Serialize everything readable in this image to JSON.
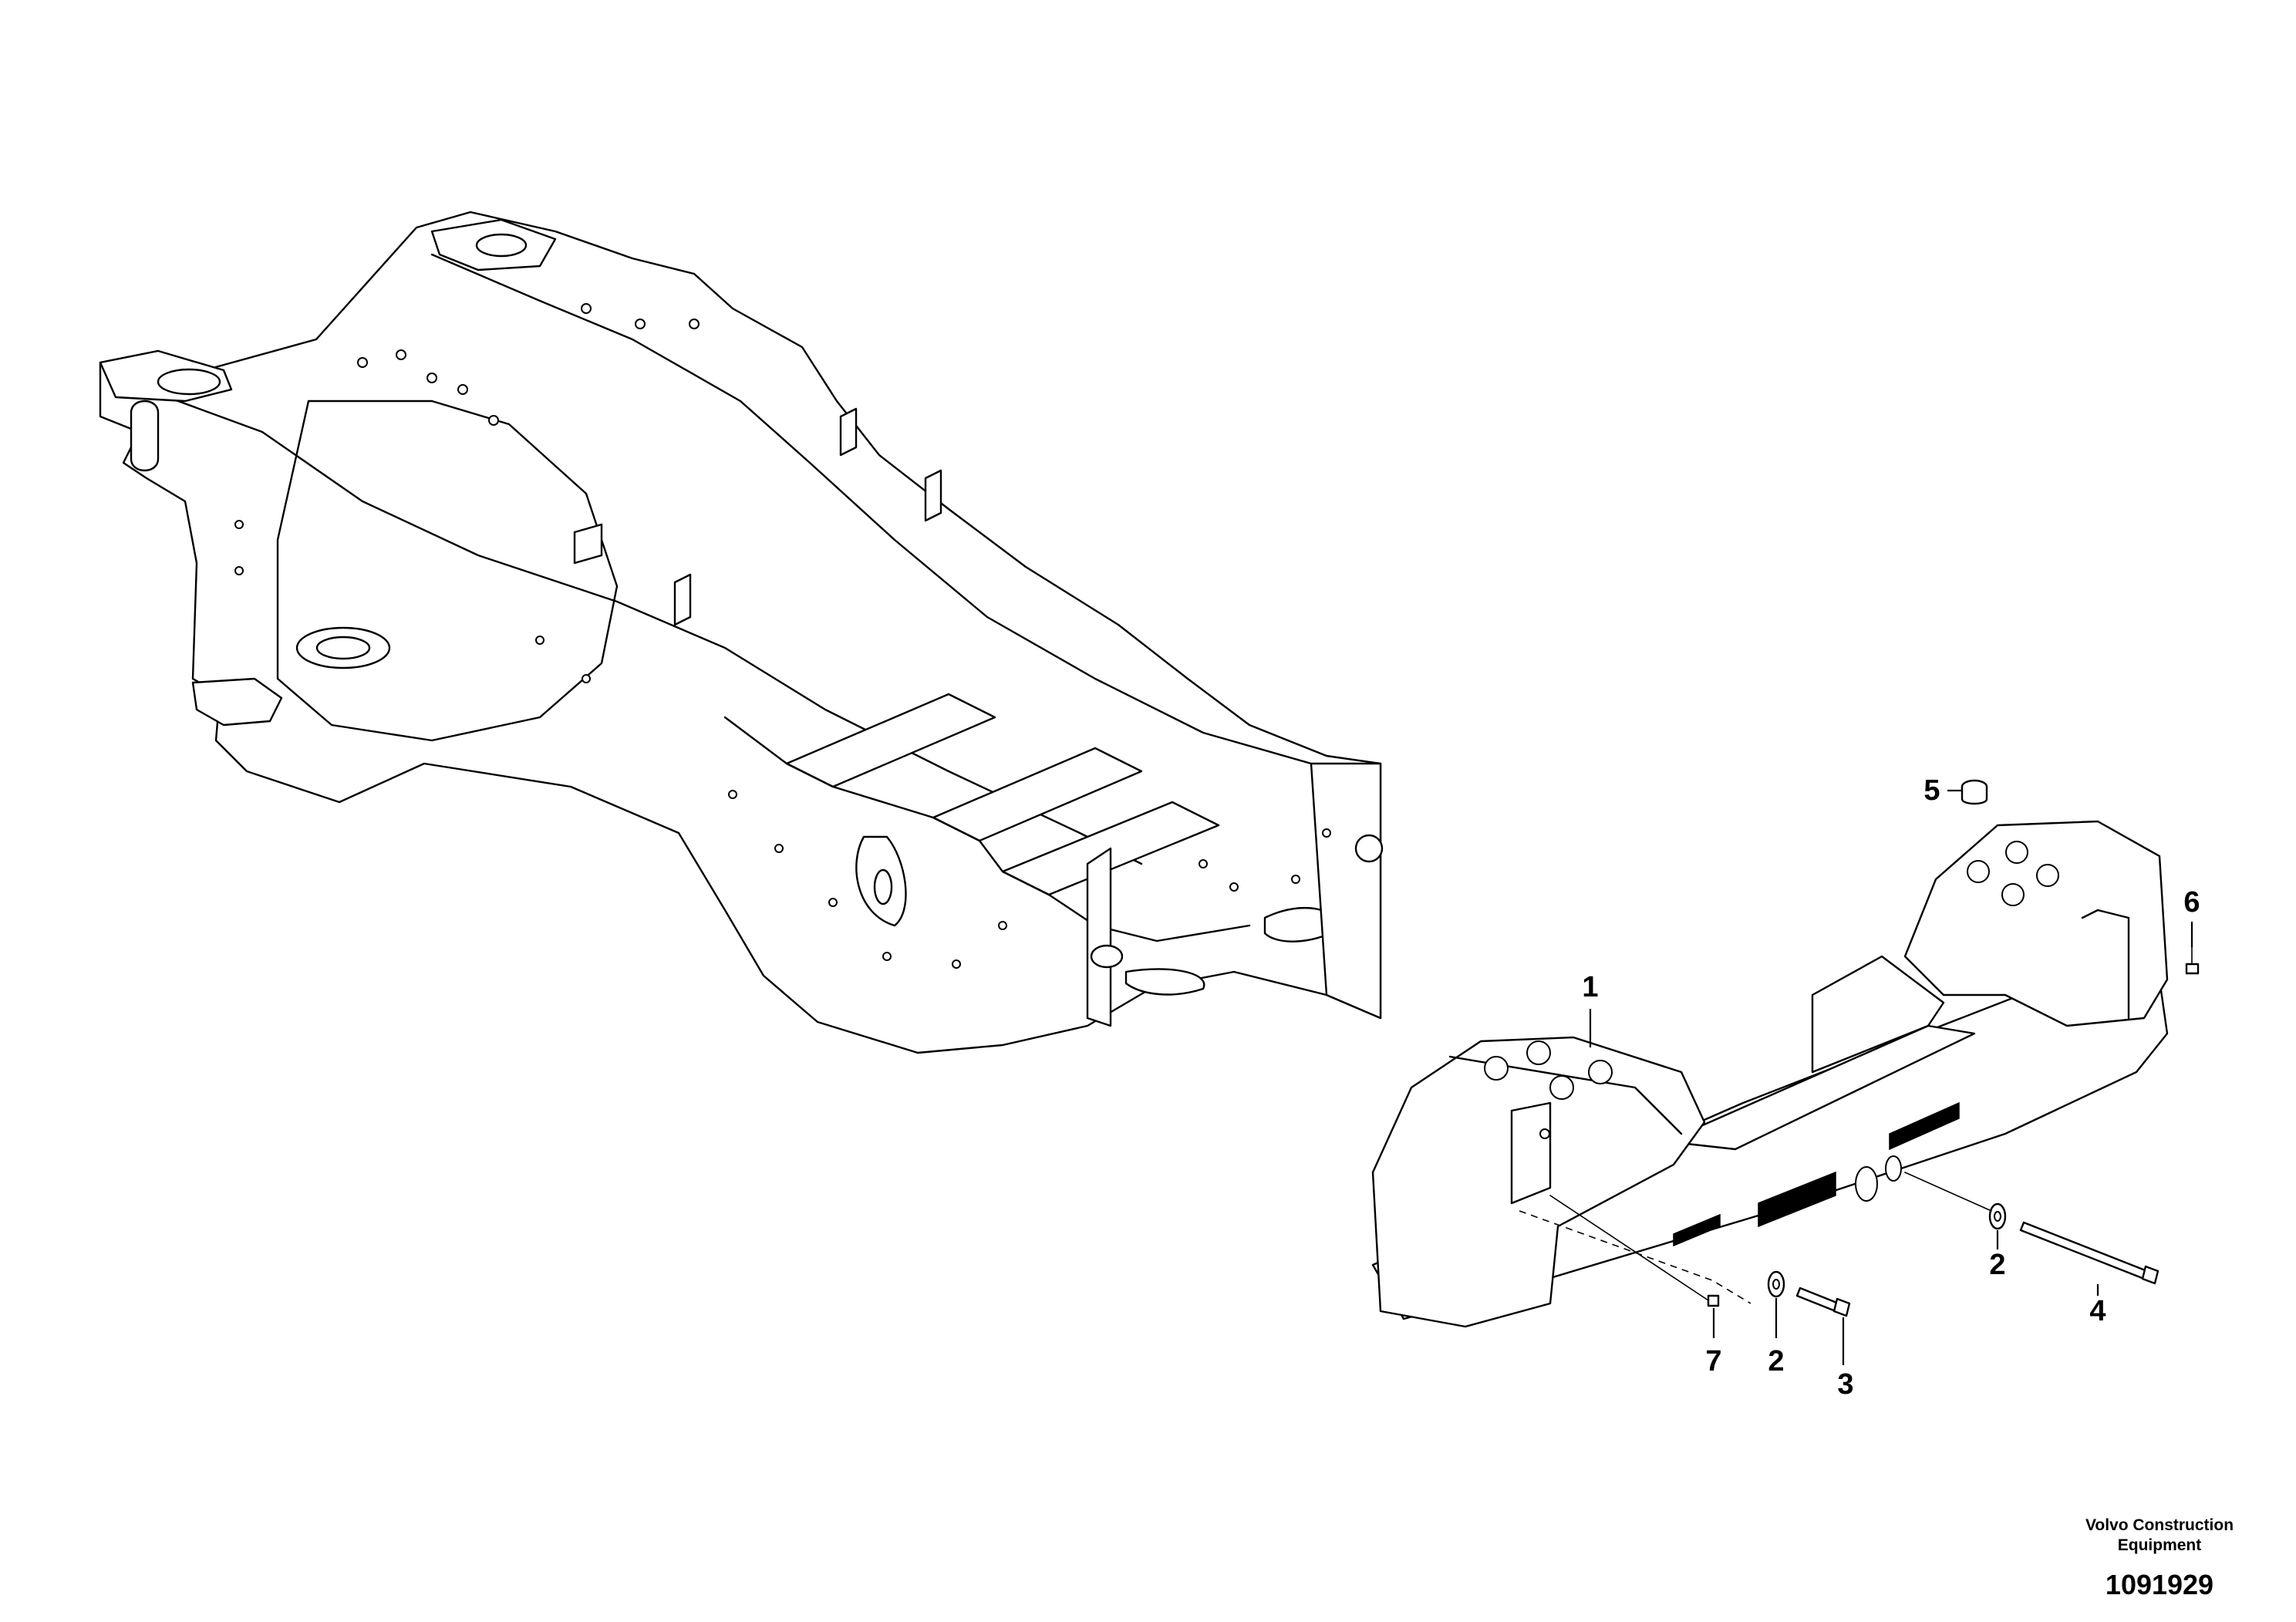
{
  "callouts": [
    {
      "id": "c1",
      "label": "1"
    },
    {
      "id": "c2a",
      "label": "2"
    },
    {
      "id": "c2b",
      "label": "2"
    },
    {
      "id": "c3",
      "label": "3"
    },
    {
      "id": "c4",
      "label": "4"
    },
    {
      "id": "c5",
      "label": "5"
    },
    {
      "id": "c6",
      "label": "6"
    },
    {
      "id": "c7",
      "label": "7"
    }
  ],
  "footer": {
    "brand_line1": "Volvo Construction",
    "brand_line2": "Equipment",
    "drawing_number": "1091929"
  }
}
